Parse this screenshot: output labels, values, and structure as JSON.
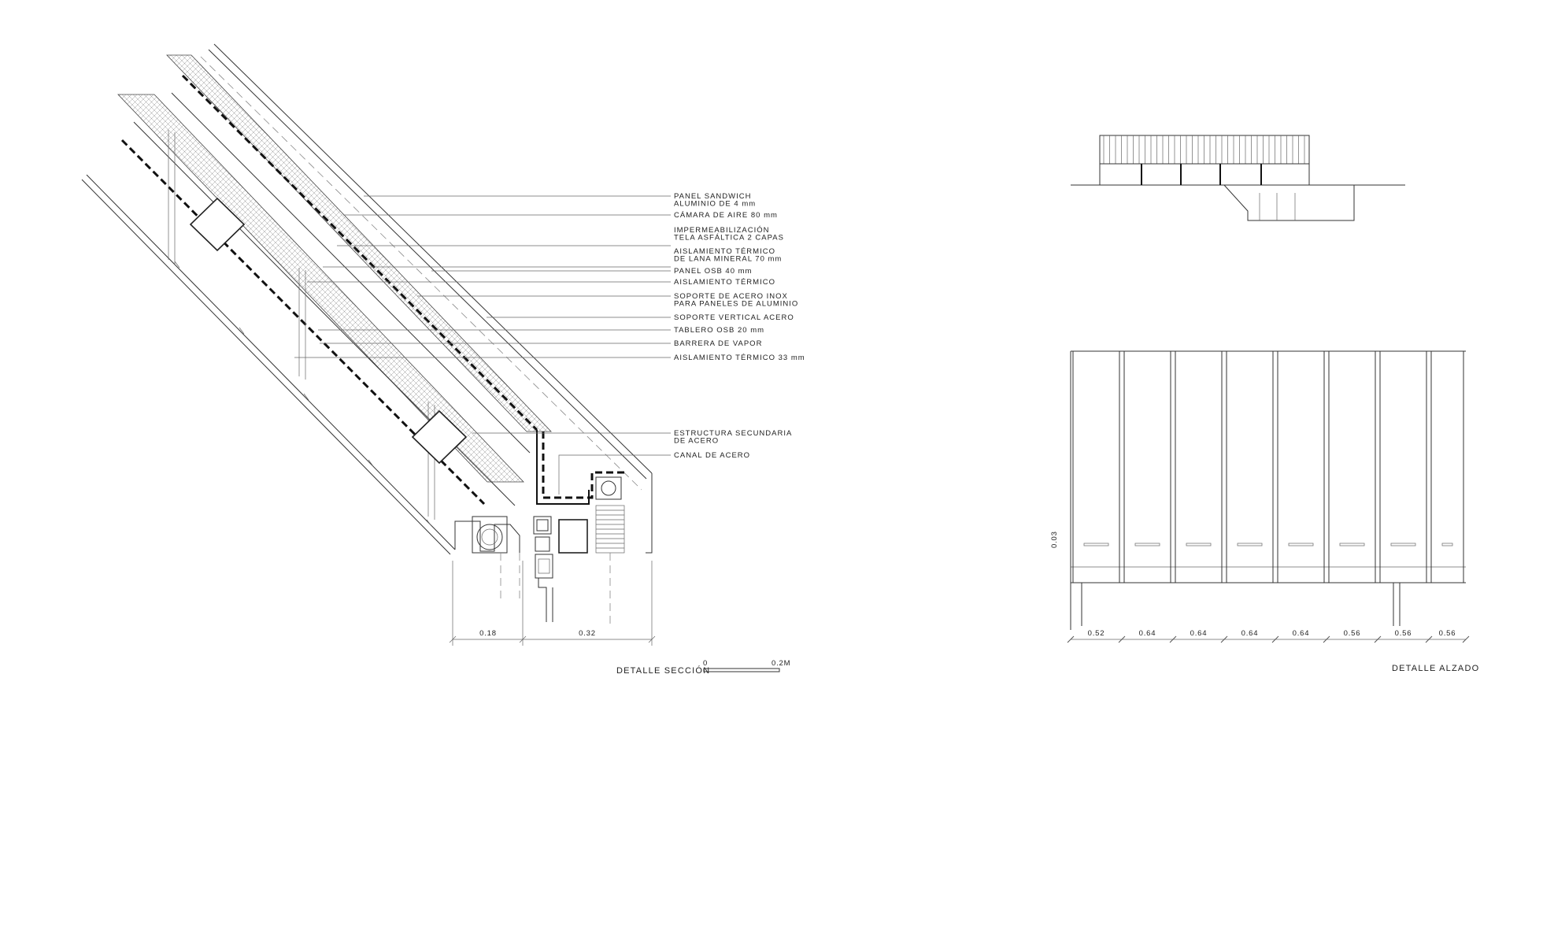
{
  "section": {
    "title": "DETALLE SECCIÓN",
    "scale_zero": "0",
    "scale_max": "0.2M",
    "labels": [
      "PANEL SANDWICH\nALUMINIO DE 4 mm",
      "CÁMARA DE AIRE 80 mm",
      "IMPERMEABILIZACIÓN\nTELA ASFÁLTICA 2 CAPAS",
      "AISLAMIENTO TÉRMICO\nDE LANA MINERAL 70 mm",
      "PANEL OSB 40 mm",
      "AISLAMIENTO TÉRMICO",
      "SOPORTE DE ACERO INOX\nPARA PANELES DE ALUMINIO",
      "SOPORTE VERTICAL ACERO",
      "TABLERO OSB 20 mm",
      "BARRERA DE VAPOR",
      "AISLAMIENTO TÉRMICO 33 mm",
      "ESTRUCTURA SECUNDARIA\nDE ACERO",
      "CANAL DE ACERO"
    ],
    "dimensions": [
      "0.18",
      "0.32"
    ]
  },
  "elevation": {
    "title": "DETALLE ALZADO",
    "side_dimension": "0.03",
    "dimensions": [
      "0.52",
      "0.64",
      "0.64",
      "0.64",
      "0.64",
      "0.56",
      "0.56",
      "0.56"
    ]
  }
}
